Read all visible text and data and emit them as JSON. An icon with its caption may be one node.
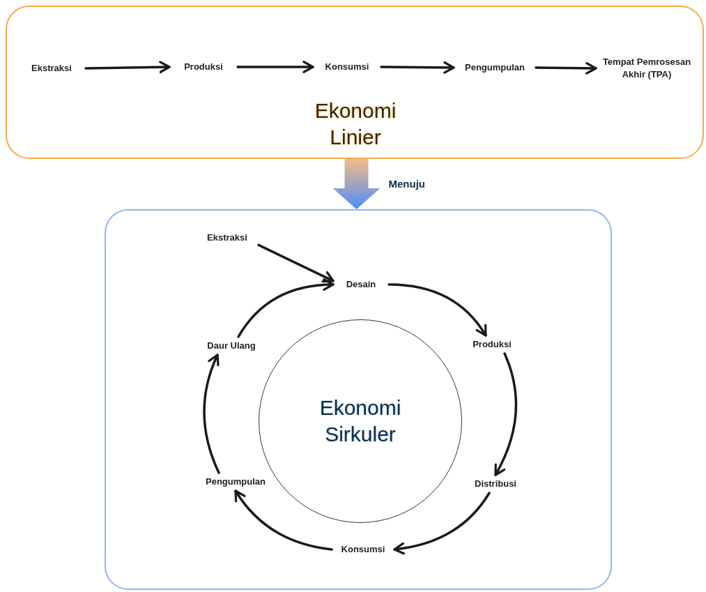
{
  "diagram": {
    "nodes": [
      {
        "text": [
          "Ekonomi Linier"
        ]
      },
      {
        "text": [
          "Ekstraksi"
        ],
        "in": 0
      },
      {
        "text": [
          "Produksi"
        ],
        "in": 0
      },
      {
        "text": [
          "Konsumsi"
        ],
        "in": 0
      },
      {
        "text": [
          "Pengumpulan"
        ],
        "in": 0
      },
      {
        "text": [
          "Tempat Pemrosesan Akhir (TPA)"
        ],
        "in": 0
      },
      {
        "text": [],
        "shape": "box"
      },
      {
        "text": [
          "Ekonomi Sirkuler"
        ],
        "in": 6
      },
      {
        "text": [
          "Ekstraksi"
        ],
        "in": 6
      },
      {
        "text": [
          "Desain"
        ],
        "in": 6
      },
      {
        "text": [
          "Produksi"
        ],
        "in": 6
      },
      {
        "text": [
          "Distribusi"
        ],
        "in": 6
      },
      {
        "text": [
          "Konsumsi"
        ],
        "in": 6
      },
      {
        "text": [
          "Pengumpulan"
        ],
        "in": 6
      },
      {
        "text": [
          "Daur Ulang"
        ],
        "in": 6
      }
    ],
    "edges": [
      {
        "from": 1,
        "to": 2,
        "arrow": "to"
      },
      {
        "from": 2,
        "to": 3,
        "arrow": "to"
      },
      {
        "from": 3,
        "to": 4,
        "arrow": "to"
      },
      {
        "from": 4,
        "to": 5,
        "arrow": "to"
      },
      {
        "from": 0,
        "to": 6,
        "arrow": "to",
        "label": "Menuju",
        "style": "thick",
        "color": "#4f8ef7"
      },
      {
        "from": 8,
        "to": 9,
        "arrow": "to"
      },
      {
        "from": 9,
        "to": 10,
        "arrow": "to"
      },
      {
        "from": 10,
        "to": 11,
        "arrow": "to"
      },
      {
        "from": 11,
        "to": 12,
        "arrow": "to"
      },
      {
        "from": 12,
        "to": 13,
        "arrow": "to"
      },
      {
        "from": 13,
        "to": 14,
        "arrow": "to"
      },
      {
        "from": 14,
        "to": 9,
        "arrow": "to"
      }
    ]
  }
}
